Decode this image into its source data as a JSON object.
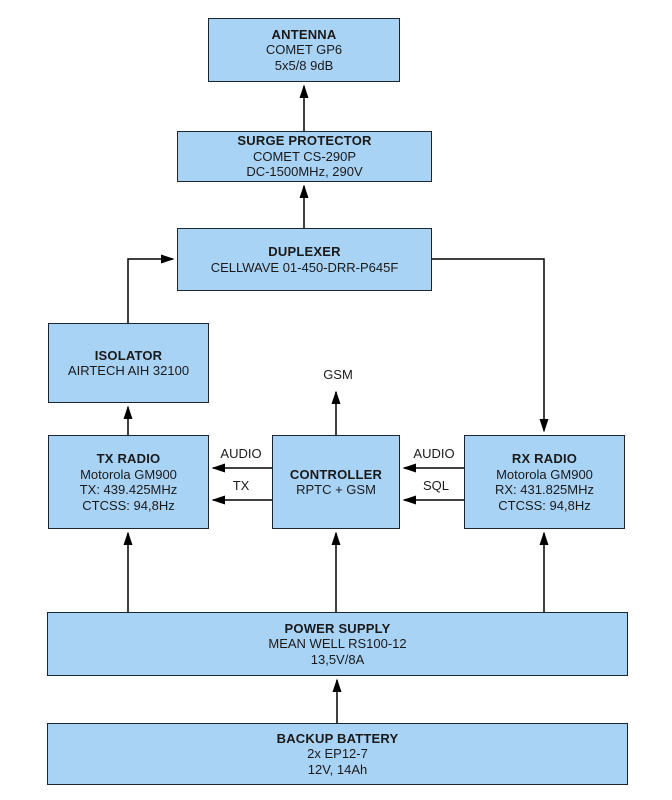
{
  "diagram": {
    "nodes": {
      "antenna": {
        "title": "ANTENNA",
        "lines": [
          "COMET GP6",
          "5x5/8 9dB"
        ]
      },
      "surge": {
        "title": "SURGE PROTECTOR",
        "lines": [
          "COMET CS-290P",
          "DC-1500MHz, 290V"
        ]
      },
      "duplexer": {
        "title": "DUPLEXER",
        "lines": [
          "CELLWAVE 01-450-DRR-P645F"
        ]
      },
      "isolator": {
        "title": "ISOLATOR",
        "lines": [
          "AIRTECH AIH 32100"
        ]
      },
      "tx_radio": {
        "title": "TX RADIO",
        "lines": [
          "Motorola GM900",
          "TX: 439.425MHz",
          "CTCSS: 94,8Hz"
        ]
      },
      "controller": {
        "title": "CONTROLLER",
        "lines": [
          "RPTC + GSM"
        ]
      },
      "rx_radio": {
        "title": "RX RADIO",
        "lines": [
          "Motorola GM900",
          "RX: 431.825MHz",
          "CTCSS: 94,8Hz"
        ]
      },
      "power_supply": {
        "title": "POWER SUPPLY",
        "lines": [
          "MEAN WELL RS100-12",
          "13,5V/8A"
        ]
      },
      "backup_battery": {
        "title": "BACKUP BATTERY",
        "lines": [
          "2x EP12-7",
          "12V, 14Ah"
        ]
      }
    },
    "edge_labels": {
      "gsm": "GSM",
      "ctrl_to_tx_audio": "AUDIO",
      "ctrl_to_tx_tx": "TX",
      "rx_to_ctrl_audio": "AUDIO",
      "rx_to_ctrl_sql": "SQL"
    },
    "colors": {
      "canvas_bg": "#ffffff",
      "node_fill": "#a9d3f5",
      "node_border": "#1c242e",
      "connector": "#000000",
      "text": "#1a1a1a"
    }
  }
}
